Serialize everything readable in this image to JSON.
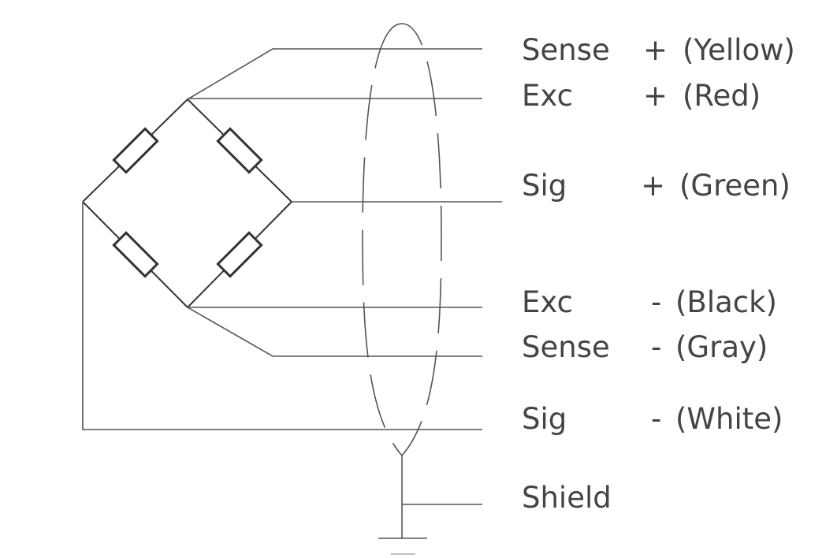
{
  "wires": [
    {
      "name": "Sense",
      "sign": "+",
      "color": "(Yellow)"
    },
    {
      "name": "Exc",
      "sign": "+",
      "color": "(Red)"
    },
    {
      "name": "Sig",
      "sign": "+",
      "color": "(Green)"
    },
    {
      "name": "Exc",
      "sign": "-",
      "color": "(Black)"
    },
    {
      "name": "Sense",
      "sign": "-",
      "color": "(Gray)"
    },
    {
      "name": "Sig",
      "sign": "-",
      "color": "(White)"
    }
  ],
  "shield": "Shield"
}
